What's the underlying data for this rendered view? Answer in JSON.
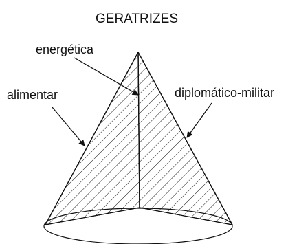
{
  "title": "GERATRIZES",
  "labels": {
    "top": "energética",
    "left": "alimentar",
    "right": "diplomático-militar"
  },
  "colors": {
    "stroke": "#111111",
    "background": "#ffffff"
  }
}
